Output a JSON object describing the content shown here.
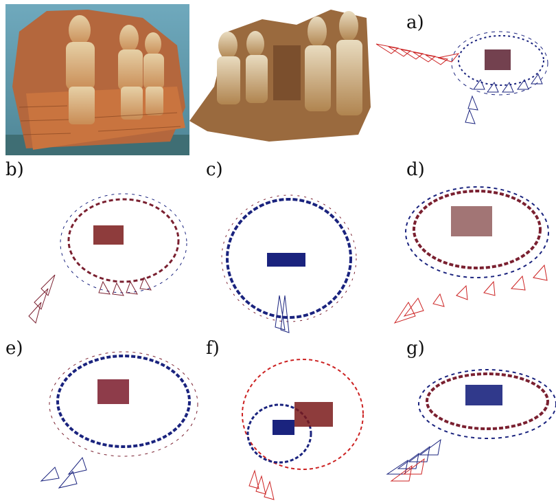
{
  "figure": {
    "panels": [
      {
        "id": "photo",
        "label": ""
      },
      {
        "id": "model",
        "label": ""
      },
      {
        "id": "a",
        "label": "a)"
      },
      {
        "id": "b",
        "label": "b)"
      },
      {
        "id": "c",
        "label": "c)"
      },
      {
        "id": "d",
        "label": "d)"
      },
      {
        "id": "e",
        "label": "e)"
      },
      {
        "id": "f",
        "label": "f)"
      },
      {
        "id": "g",
        "label": "g)"
      }
    ],
    "colors": {
      "estimated": "#cc2222",
      "reference": "#1a237e",
      "stone_light": "#d9c39a",
      "stone_dark": "#8a5a32",
      "aquarium": "#7fb7c9"
    }
  }
}
